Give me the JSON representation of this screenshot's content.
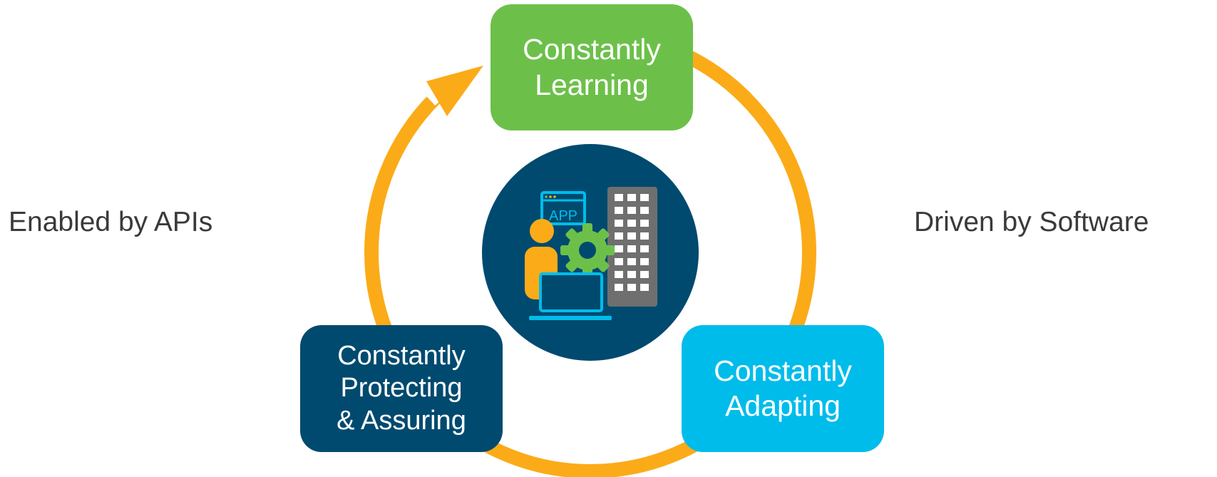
{
  "diagram": {
    "stages": [
      {
        "id": "learning",
        "lines": [
          "Constantly",
          "Learning"
        ],
        "color": "#6cc04a"
      },
      {
        "id": "adapting",
        "lines": [
          "Constantly",
          "Adapting"
        ],
        "color": "#00bceb"
      },
      {
        "id": "protecting",
        "lines": [
          "Constantly",
          "Protecting",
          "& Assuring"
        ],
        "color": "#004a6f"
      }
    ],
    "left_label": "Enabled by APIs",
    "right_label": "Driven by Software",
    "center_icon": {
      "name": "network-automation-icon",
      "app_label": "APP",
      "bg_color": "#004a6f"
    },
    "cycle_color": "#fbab18"
  }
}
